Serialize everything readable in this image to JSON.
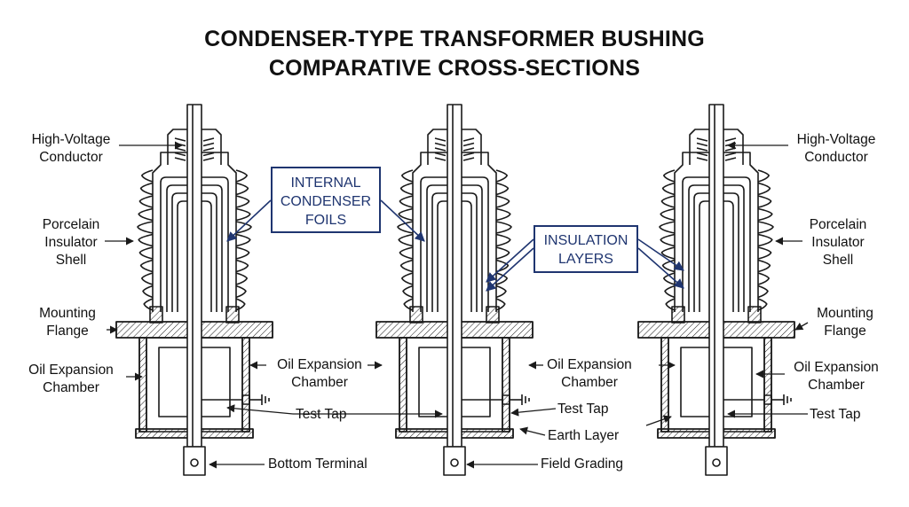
{
  "title": {
    "line1": "CONDENSER-TYPE TRANSFORMER BUSHING",
    "line2": "COMPARATIVE CROSS-SECTIONS"
  },
  "callouts": {
    "internal_foils": {
      "line1": "INTERNAL",
      "line2": "CONDENSER",
      "line3": "FOILS"
    },
    "insulation_layers": {
      "line1": "INSULATION",
      "line2": "LAYERS"
    }
  },
  "left_labels": {
    "hv_conductor": {
      "line1": "High-Voltage",
      "line2": "Conductor"
    },
    "porcelain": {
      "line1": "Porcelain",
      "line2": "Insulator",
      "line3": "Shell"
    },
    "mounting_flange": {
      "line1": "Mounting",
      "line2": "Flange"
    },
    "oil_chamber": {
      "line1": "Oil Expansion",
      "line2": "Chamber"
    },
    "oil_chamber_inner": {
      "line1": "Oil Expansion",
      "line2": "Chamber"
    },
    "test_tap": "Test Tap",
    "bottom_terminal": "Bottom Terminal"
  },
  "middle_labels": {
    "oil_chamber": {
      "line1": "Oil Expansion",
      "line2": "Chamber"
    },
    "test_tap": "Test Tap",
    "earth_layer": "Earth Layer",
    "field_grading": "Field Grading"
  },
  "right_labels": {
    "hv_conductor": {
      "line1": "High-Voltage",
      "line2": "Conductor"
    },
    "porcelain": {
      "line1": "Porcelain",
      "line2": "Insulator",
      "line3": "Shell"
    },
    "mounting_flange": {
      "line1": "Mounting",
      "line2": "Flange"
    },
    "oil_chamber": {
      "line1": "Oil Expansion",
      "line2": "Chamber"
    },
    "test_tap": "Test Tap"
  },
  "colors": {
    "line": "#1a1a1a",
    "accent": "#1f3570",
    "background": "#ffffff"
  }
}
